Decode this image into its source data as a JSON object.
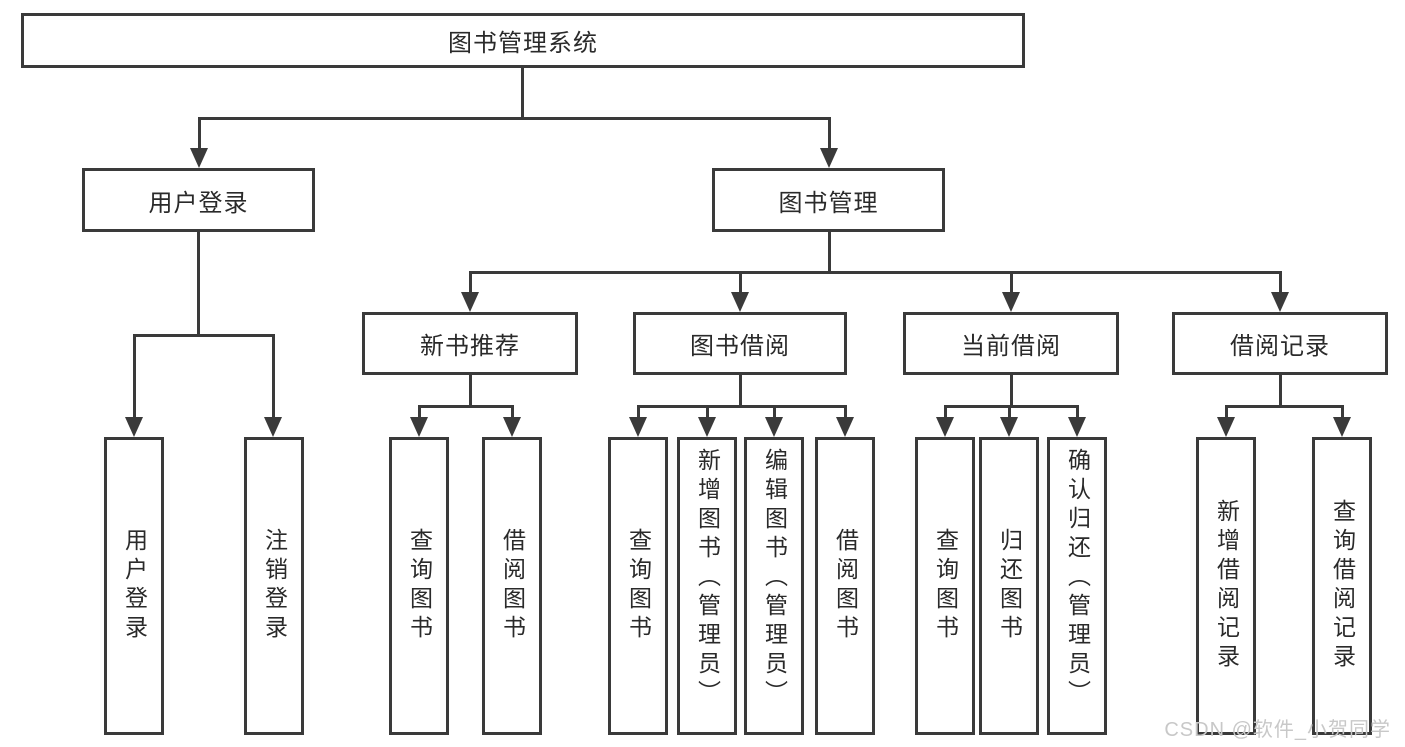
{
  "diagram": {
    "root": "图书管理系统",
    "branches": [
      {
        "label": "用户登录",
        "children": [
          "用户登录",
          "注销登录"
        ]
      },
      {
        "label": "图书管理",
        "sections": [
          {
            "label": "新书推荐",
            "children": [
              "查询图书",
              "借阅图书"
            ]
          },
          {
            "label": "图书借阅",
            "children": [
              "查询图书",
              "新增图书（管理员）",
              "编辑图书（管理员）",
              "借阅图书"
            ]
          },
          {
            "label": "当前借阅",
            "children": [
              "查询图书",
              "归还图书",
              "确认归还（管理员）"
            ]
          },
          {
            "label": "借阅记录",
            "children": [
              "新增借阅记录",
              "查询借阅记录"
            ]
          }
        ]
      }
    ]
  },
  "watermark": {
    "text": "CSDN @软件_小贺同学"
  },
  "colors": {
    "line": "#3a3a3a",
    "text": "#2a2a2a",
    "background": "#ffffff",
    "watermark": "#c8c8c8"
  }
}
